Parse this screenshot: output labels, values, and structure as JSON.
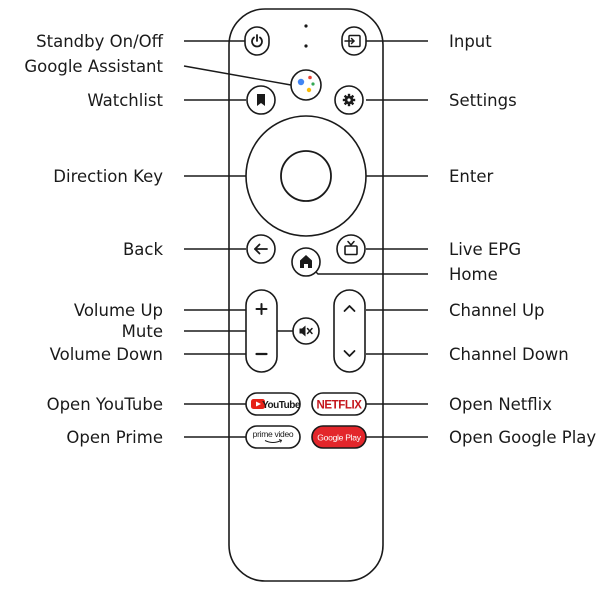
{
  "labels": {
    "standby": "Standby On/Off",
    "assistant": "Google Assistant",
    "watchlist": "Watchlist",
    "direction": "Direction Key",
    "back": "Back",
    "volume_up": "Volume Up",
    "mute": "Mute",
    "volume_down": "Volume Down",
    "open_youtube": "Open YouTube",
    "open_prime": "Open Prime",
    "input": "Input",
    "settings": "Settings",
    "enter": "Enter",
    "live_epg": "Live EPG",
    "home": "Home",
    "channel_up": "Channel Up",
    "channel_down": "Channel Down",
    "open_netflix": "Open Netflix",
    "open_google_play": "Open Google Play"
  },
  "buttons": {
    "youtube": "YouTube",
    "netflix": "NETFLIX",
    "prime_line1": "prime video",
    "google_play": "Google Play"
  },
  "colors": {
    "youtube_red": "#e62117",
    "netflix_red": "#c4161c",
    "google_play_red": "#e3262b",
    "assistant_blue": "#4285f4",
    "assistant_red": "#ea4335",
    "assistant_yellow": "#fbbc05",
    "assistant_green": "#34a853"
  }
}
